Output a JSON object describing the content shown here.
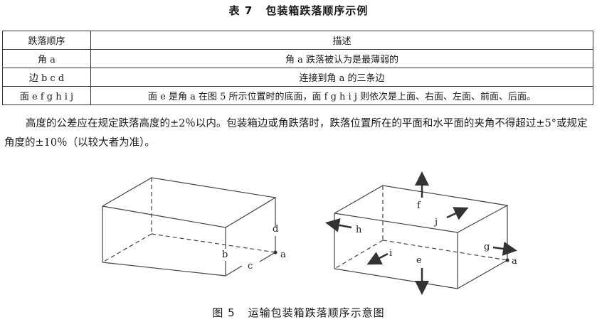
{
  "table_title": {
    "number": "表 7",
    "text": "包装箱跌落顺序示例"
  },
  "table": {
    "headers": [
      "跌落顺序",
      "描述"
    ],
    "rows": [
      [
        "角 a",
        "角 a 跌落被认为是最薄弱的"
      ],
      [
        "边 b c d",
        "连接到角 a 的三条边"
      ],
      [
        "面 e f g h i j",
        "面 e 是角 a 在图 5 所示位置时的底面，面 f g h i j 则依次是上面、右面、左面、前面、后面。"
      ]
    ]
  },
  "paragraph": "高度的公差应在规定跌落高度的±2％以内。包装箱边或角跌落时，跌落位置所在的平面和水平面的夹角不得超过±5°或规定角度的±10％（以较大者为准）。",
  "figure": {
    "left_box_labels": {
      "a": "a",
      "b": "b",
      "c": "c",
      "d": "d"
    },
    "right_box_labels": {
      "a": "a",
      "e": "e",
      "f": "f",
      "g": "g",
      "h": "h",
      "i": "i",
      "j": "j"
    },
    "caption_number": "图 5",
    "caption_text": "运输包装箱跌落顺序示意图"
  }
}
